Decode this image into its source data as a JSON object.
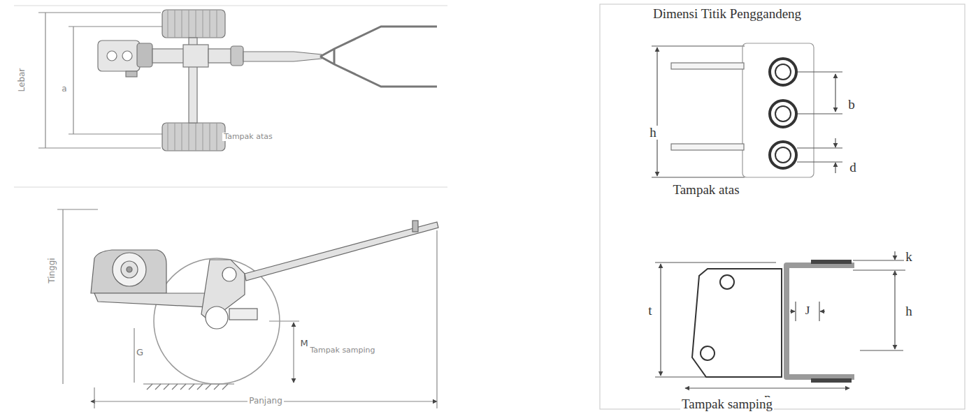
{
  "diagram": {
    "labels": [
      "Lebar",
      "a",
      "Tampak atas",
      "Tinggi",
      "G",
      "M",
      "Tampak samping",
      "Panjang",
      "Dimensi Titik Penggandeng",
      "h",
      "b",
      "d",
      "Tampak atas",
      "t",
      "k",
      "J",
      "h",
      "p",
      "Tampak samping"
    ]
  }
}
